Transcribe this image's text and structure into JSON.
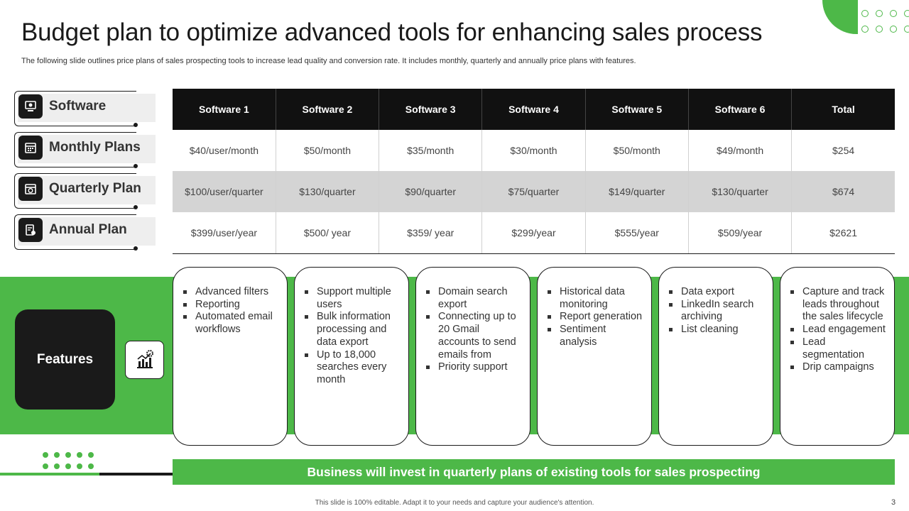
{
  "header": {
    "title": "Budget plan to optimize advanced tools for enhancing sales process",
    "subtitle": "The following slide outlines price plans of sales prospecting tools to increase lead quality and conversion rate. It includes monthly, quarterly and annually price plans with features."
  },
  "nav": [
    {
      "label": "Software",
      "icon": "software-icon"
    },
    {
      "label": "Monthly Plans",
      "icon": "calendar-icon"
    },
    {
      "label": "Quarterly Plan",
      "icon": "quarterly-calendar-icon"
    },
    {
      "label": "Annual Plan",
      "icon": "annual-plan-icon"
    }
  ],
  "table": {
    "headers": [
      "Software 1",
      "Software 2",
      "Software 3",
      "Software 4",
      "Software 5",
      "Software 6",
      "Total"
    ],
    "rows": [
      [
        "$40/user/month",
        "$50/month",
        "$35/month",
        "$30/month",
        "$50/month",
        "$49/month",
        "$254"
      ],
      [
        "$100/user/quarter",
        "$130/quarter",
        "$90/quarter",
        "$75/quarter",
        "$149/quarter",
        "$130/quarter",
        "$674"
      ],
      [
        "$399/user/year",
        "$500/ year",
        "$359/ year",
        "$299/year",
        "$555/year",
        "$509/year",
        "$2621"
      ]
    ]
  },
  "features": {
    "label": "Features",
    "icon": "chart-gear-icon",
    "cards": [
      [
        "Advanced filters",
        "Reporting",
        "Automated email workflows"
      ],
      [
        "Support multiple users",
        "Bulk information processing and data export",
        "Up to 18,000 searches every month"
      ],
      [
        "Domain search export",
        "Connecting up to 20 Gmail accounts to send emails from",
        "Priority support"
      ],
      [
        "Historical data monitoring",
        "Report generation",
        "Sentiment analysis"
      ],
      [
        "Data export",
        "LinkedIn search archiving",
        "List cleaning"
      ],
      [
        "Capture and track leads throughout the sales lifecycle",
        "Lead engagement",
        "Lead segmentation",
        "Drip campaigns"
      ]
    ]
  },
  "banner": "Business will invest in quarterly plans of existing tools for sales prospecting",
  "footnote": "This slide is 100% editable. Adapt it to your needs and capture your audience's attention.",
  "page_number": "3",
  "colors": {
    "accent": "#4db848",
    "dark": "#1a1a1a",
    "shade": "#d4d4d4"
  }
}
